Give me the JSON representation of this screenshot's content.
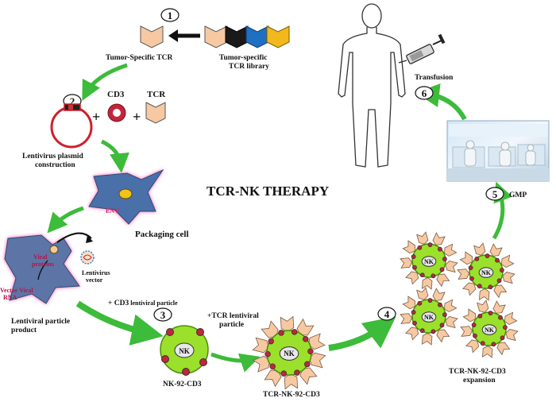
{
  "title": "TCR-NK THERAPY",
  "steps": {
    "s1": "1",
    "s2": "2",
    "s3": "3",
    "s4": "4",
    "s5": "5",
    "s6": "6"
  },
  "labels": {
    "tumor_specific_tcr": "Tumor-Specific TCR",
    "tcr_library_l1": "Tumor-specific",
    "tcr_library_l2": "TCR library",
    "cd3": "CD3",
    "tcr": "TCR",
    "lentivirus_plasmid_l1": "Lentivirus plasmid",
    "lentivirus_plasmid_l2": "construction",
    "env": "ENV",
    "packaging_cell": "Packaging cell",
    "viral_proteins_l1": "Viral",
    "viral_proteins_l2": "proteins",
    "vector_viral_rna": "Vector Viral",
    "rna": "RNA",
    "lentivirus_vector_l1": "Lentivirus",
    "lentivirus_vector_l2": "vector",
    "lentiviral_particle_product_l1": "Lentiviral particle",
    "lentiviral_particle_product_l2": "product",
    "cd3_lentiviral_particle_plus": "+ CD3",
    "cd3_lentiviral_particle_rest": " lentiviral particle",
    "tcr_lentiviral_particle_l1": "+TCR lentiviral",
    "tcr_lentiviral_particle_l2": "particle",
    "nk": "NK",
    "nk92_cd3": "NK-92-CD3",
    "tcr_nk92_cd3": "TCR-NK-92-CD3",
    "expansion_l1": "TCR-NK-92-CD3",
    "expansion_l2": "expansion",
    "gmp": "GMP",
    "transfusion": "Transfusion",
    "plus": "+"
  },
  "colors": {
    "arrow": "#3dbb3a",
    "tcr_peach": "#f6c9a2",
    "tcr_black": "#1a1a1a",
    "tcr_blue": "#1f6fc2",
    "tcr_yellow": "#f2b81d",
    "nk_green": "#9be02a",
    "packaging_cell": "#4a6fa8",
    "cd3_ring": "#c2253b"
  },
  "icons": [
    "tcr-icon",
    "cd3-ring-icon",
    "plasmid-icon",
    "syringe-icon",
    "human-body-icon",
    "lab-photo-icon",
    "nk-cell-icon"
  ]
}
